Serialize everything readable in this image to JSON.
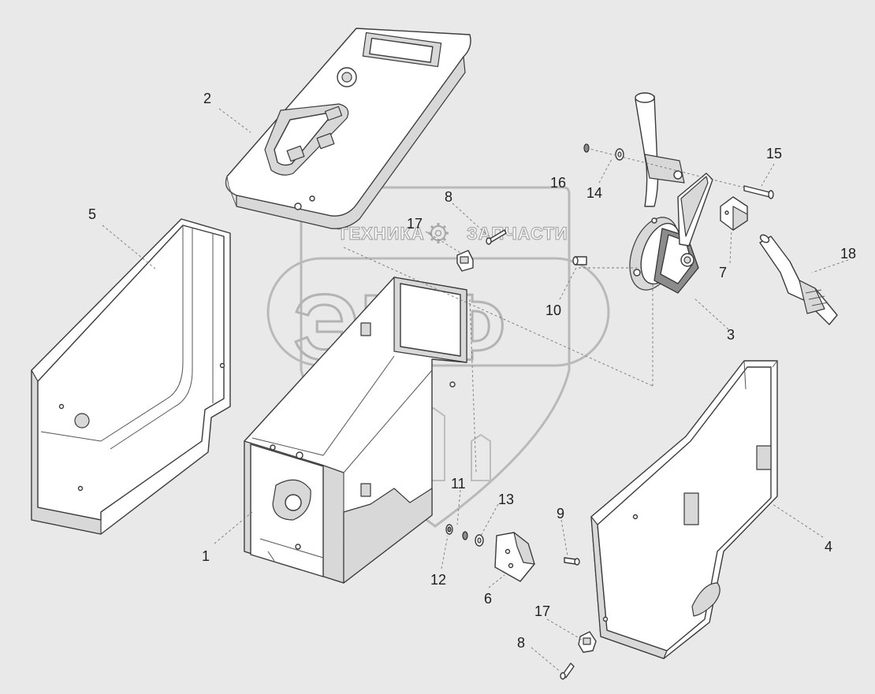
{
  "watermark": {
    "left_text": "ТЕХНИКА",
    "right_text": "ЗАПЧАСТИ",
    "logo_letters": "ЭПФ",
    "gear_icon": "gear-icon"
  },
  "callouts": {
    "c1": "1",
    "c2": "2",
    "c3": "3",
    "c4": "4",
    "c5": "5",
    "c6": "6",
    "c7": "7",
    "c8a": "8",
    "c8b": "8",
    "c9": "9",
    "c10": "10",
    "c11": "11",
    "c12": "12",
    "c13": "13",
    "c14": "14",
    "c15": "15",
    "c16": "16",
    "c17a": "17",
    "c17b": "17",
    "c18": "18"
  }
}
